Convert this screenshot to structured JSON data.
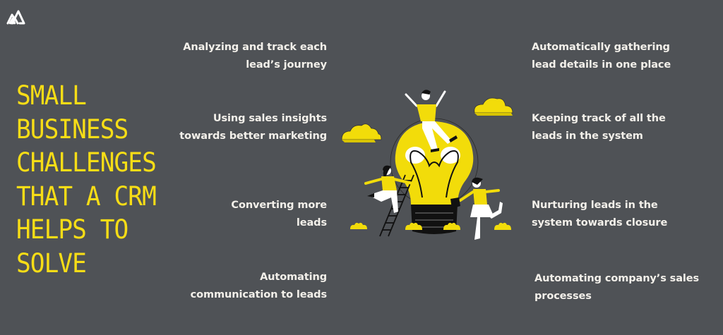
{
  "brand": {
    "logo_icon": "mountain-logo-icon"
  },
  "colors": {
    "background": "#4f5256",
    "accent_yellow": "#f7dd16",
    "text_light": "#f3f0ea"
  },
  "title": {
    "lines": [
      "SMALL",
      "BUSINESS",
      "CHALLENGES",
      "THAT A CRM",
      "HELPS TO",
      "SOLVE"
    ]
  },
  "left_items": [
    {
      "line1": "Analyzing and track each",
      "line2": "lead’s journey"
    },
    {
      "line1": "Using sales insights",
      "line2": "towards better marketing"
    },
    {
      "line1": "Converting more",
      "line2": "leads"
    },
    {
      "line1": "Automating",
      "line2": "communication to leads"
    }
  ],
  "right_items": [
    {
      "line1": "Automatically gathering",
      "line2": "lead details in one place"
    },
    {
      "line1": "Keeping track of all the",
      "line2": "leads in the system"
    },
    {
      "line1": "Nurturing leads in the",
      "line2": "system towards closure"
    },
    {
      "line1": "Automating company’s sales",
      "line2": "processes"
    }
  ],
  "illustration": {
    "subject": "lightbulb-with-people-illustration"
  }
}
